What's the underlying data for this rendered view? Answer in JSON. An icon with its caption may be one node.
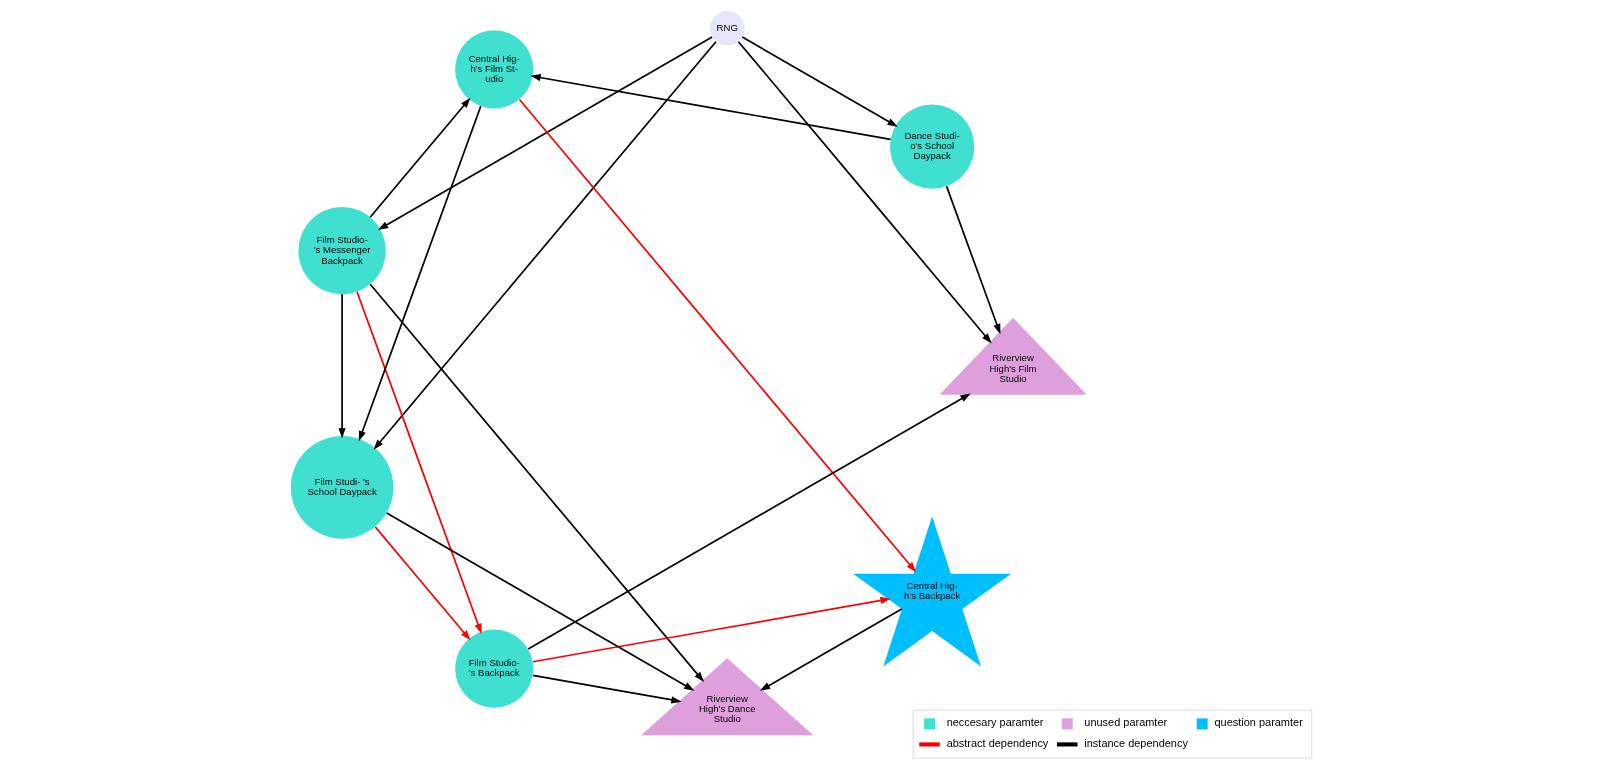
{
  "diagram": {
    "nodes": [
      {
        "text": [
          "RNG"
        ]
      },
      {
        "text": [
          "Film Studio- 's Messenger Backpack"
        ]
      },
      {
        "text": [
          "Central Hig- h's Film St- udio"
        ]
      },
      {
        "text": [
          "Film Studio- 's Backpack"
        ]
      },
      {
        "text": [
          "Film Studi- 's School Daypack"
        ]
      },
      {
        "text": [
          "Dance Studi- o's School Daypack"
        ]
      },
      {
        "text": [
          "Central Hig- h's Backpack"
        ]
      },
      {
        "text": [
          "Riverview High's Dance Studio"
        ]
      },
      {
        "text": [
          "Riverview High's Film Studio"
        ]
      }
    ],
    "edges": [
      {
        "from": 0,
        "to": 1,
        "arrow": "to"
      },
      {
        "from": 0,
        "to": 4,
        "arrow": "to"
      },
      {
        "from": 0,
        "to": 5,
        "arrow": "to"
      },
      {
        "from": 0,
        "to": 8,
        "arrow": "to"
      },
      {
        "from": 1,
        "to": 2,
        "arrow": "to"
      },
      {
        "from": 1,
        "to": 4,
        "arrow": "to"
      },
      {
        "from": 1,
        "to": 3,
        "arrow": "to",
        "color": "#ff0000"
      },
      {
        "from": 1,
        "to": 7,
        "arrow": "to"
      },
      {
        "from": 2,
        "to": 4,
        "arrow": "to"
      },
      {
        "from": 2,
        "to": 6,
        "arrow": "to",
        "color": "#ff0000"
      },
      {
        "from": 5,
        "to": 2,
        "arrow": "to"
      },
      {
        "from": 4,
        "to": 3,
        "arrow": "to",
        "color": "#ff0000"
      },
      {
        "from": 4,
        "to": 7,
        "arrow": "to"
      },
      {
        "from": 3,
        "to": 6,
        "arrow": "to",
        "color": "#ff0000"
      },
      {
        "from": 3,
        "to": 8,
        "arrow": "to"
      },
      {
        "from": 3,
        "to": 7,
        "arrow": "to"
      },
      {
        "from": 6,
        "to": 7,
        "arrow": "to"
      },
      {
        "from": 5,
        "to": 8,
        "arrow": "to"
      }
    ],
    "legend": [
      {
        "text": "neccesary paramter",
        "color": "#40e0d0"
      },
      {
        "text": "unused paramter",
        "color": "#dda0dd"
      },
      {
        "text": "question paramter",
        "color": "#00bfff"
      },
      {
        "text": "abstract dependency",
        "color": "#ff0000"
      },
      {
        "text": "instance dependency",
        "color": "#000000"
      }
    ]
  }
}
